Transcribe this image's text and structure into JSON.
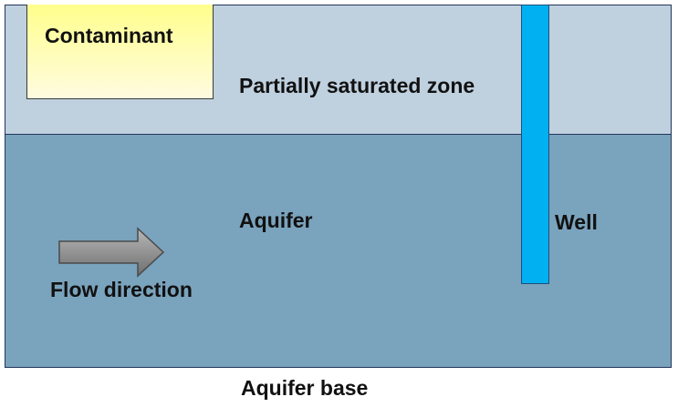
{
  "labels": {
    "contaminant": "Contaminant",
    "partially_saturated_zone": "Partially saturated zone",
    "aquifer": "Aquifer",
    "well": "Well",
    "flow_direction": "Flow direction",
    "aquifer_base": "Aquifer base"
  },
  "colors": {
    "partially_saturated_zone": "#bfd0df",
    "aquifer": "#7aa3bd",
    "contaminant_top": "#ffff8c",
    "contaminant_bottom": "#fffbe0",
    "well": "#00b0f0",
    "arrow": "#8c8c8c",
    "border": "#24365a"
  },
  "icons": {
    "flow_arrow": "right-arrow"
  }
}
